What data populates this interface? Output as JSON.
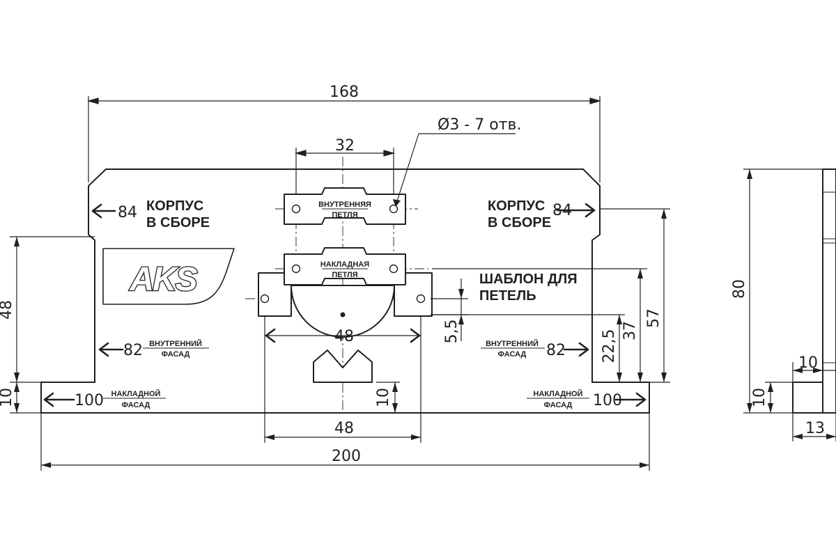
{
  "dimensions": {
    "overall_top": "168",
    "hole_spacing": "32",
    "hole_note": "Ø3 - 7 отв.",
    "cup_width": "48",
    "cup_width_bottom": "48",
    "overall_bottom": "200",
    "left_height": "48",
    "left_base": "10",
    "center_base": "10",
    "small_offset": "5,5",
    "h_22": "22,5",
    "h_37": "37",
    "h_57": "57",
    "side_height": "80",
    "side_foot": "10",
    "side_width": "13",
    "side_lip": "10"
  },
  "labels": {
    "korpus_left_num": "84",
    "korpus_right_num": "84",
    "korpus_line1": "КОРПУС",
    "korpus_line2": "В СБОРЕ",
    "inner_hinge_line1": "ВНУТРЕННЯЯ",
    "inner_hinge_line2": "ПЕТЛЯ",
    "overlay_hinge_line1": "НАКЛАДНАЯ",
    "overlay_hinge_line2": "ПЕТЛЯ",
    "template_line1": "ШАБЛОН ДЛЯ",
    "template_line2": "ПЕТЕЛЬ",
    "inner_facade_num_left": "82",
    "inner_facade_num_right": "82",
    "inner_facade_line1": "ВНУТРЕННИЙ",
    "inner_facade_line2": "ФАСАД",
    "overlay_facade_num_left": "100",
    "overlay_facade_num_right": "100",
    "overlay_facade_line1": "НАКЛАДНОЙ",
    "overlay_facade_line2": "ФАСАД",
    "logo": "AKS"
  },
  "colors": {
    "ink": "#231f20",
    "background": "#ffffff"
  }
}
